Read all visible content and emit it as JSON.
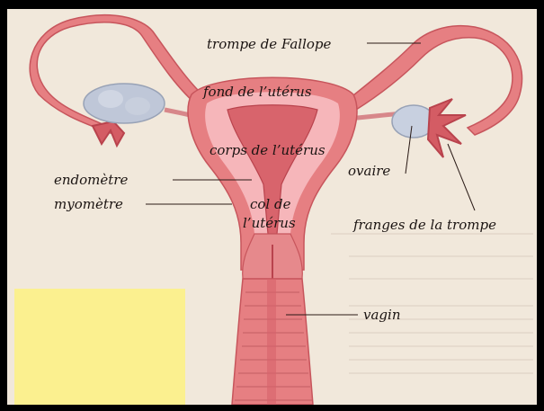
{
  "labels": {
    "fallopian_tube": "trompe de Fallope",
    "uterine_fundus": "fond de l’utérus",
    "uterine_body": "corps de l’utérus",
    "endometrium": "endomètre",
    "myometrium": "myomètre",
    "cervix_line1": "col de",
    "cervix_line2": "l’utérus",
    "ovary": "ovaire",
    "fimbriae": "franges de la trompe",
    "vagina": "vagin"
  },
  "colors": {
    "background": "#f1e8db",
    "muscle": "#e67f82",
    "muscle_dark": "#c7555c",
    "lining": "#f6b6ba",
    "ovary": "#bfc7d8",
    "sticky_note": "#fbf08f",
    "frame": "#000000"
  }
}
